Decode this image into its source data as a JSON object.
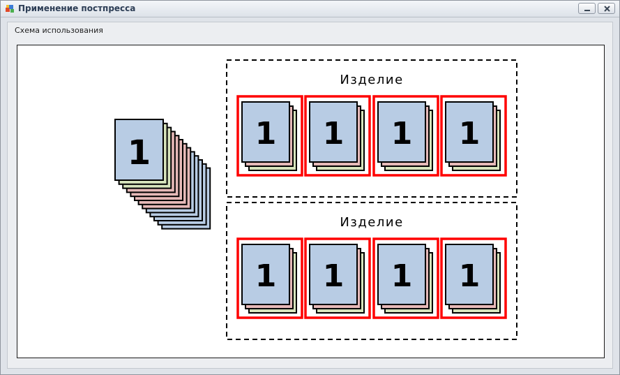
{
  "window": {
    "title": "Применение постпресса",
    "icon": "app-logo-icon",
    "buttons": {
      "minimize": "minimize-icon",
      "close": "close-icon"
    }
  },
  "panel": {
    "label": "Схема использования"
  },
  "diagram": {
    "stack_label": "1",
    "groups": [
      {
        "label": "Изделие",
        "items": [
          "1",
          "1",
          "1",
          "1"
        ]
      },
      {
        "label": "Изделие",
        "items": [
          "1",
          "1",
          "1",
          "1"
        ]
      }
    ],
    "colors": {
      "sheet_blue": "#b8cce4",
      "sheet_pink": "#e6b9b8",
      "sheet_green": "#d7e4bc",
      "highlight_red": "#ff0000",
      "outline": "#000000"
    }
  }
}
